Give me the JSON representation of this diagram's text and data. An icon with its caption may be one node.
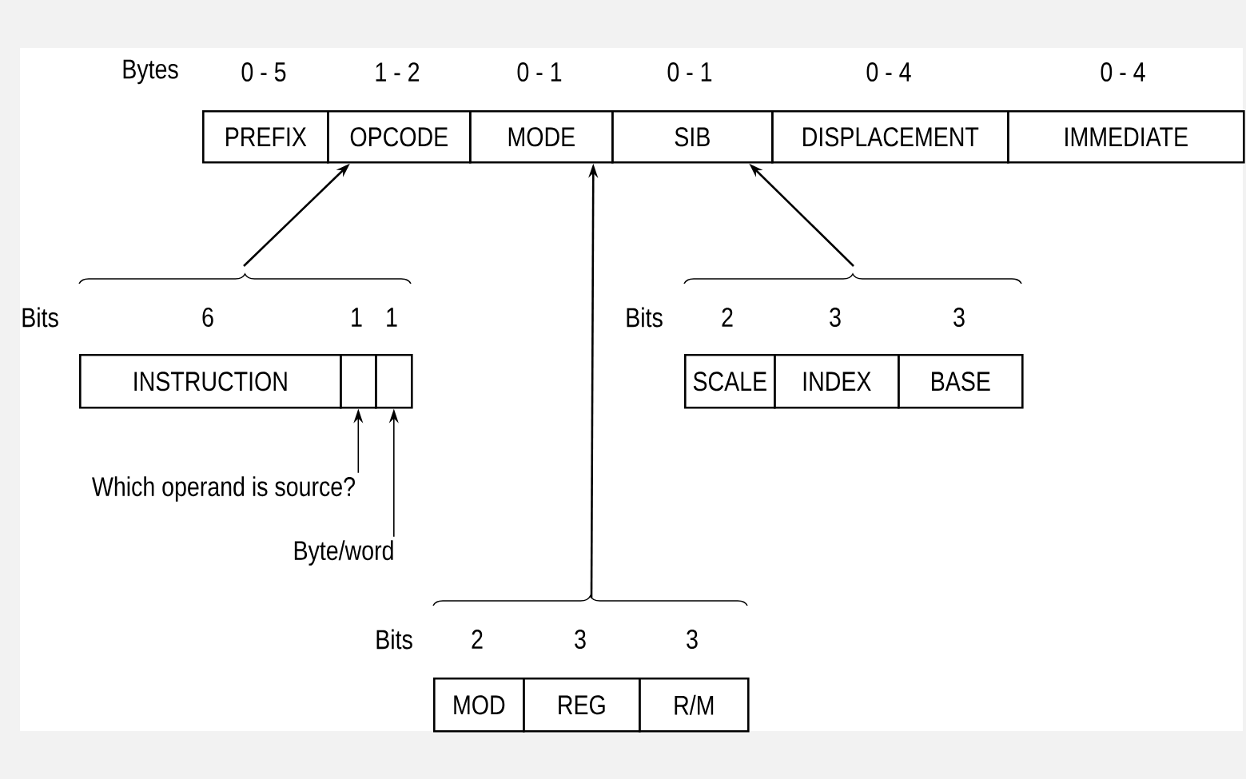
{
  "diagram": {
    "nodes": [
      {
        "text": [
          "PREFIX"
        ]
      },
      {
        "text": [
          "OPCODE"
        ]
      },
      {
        "text": [
          "MODE"
        ]
      },
      {
        "text": [
          "SIB"
        ]
      },
      {
        "text": [
          "DISPLACEMENT"
        ]
      },
      {
        "text": [
          "IMMEDIATE"
        ]
      },
      {
        "text": [
          "INSTRUCTION"
        ]
      },
      {
        "text": [],
        "shape": "box"
      },
      {
        "text": [],
        "shape": "box"
      },
      {
        "text": [
          "SCALE"
        ]
      },
      {
        "text": [
          "INDEX"
        ]
      },
      {
        "text": [
          "BASE"
        ]
      },
      {
        "text": [
          "MOD"
        ]
      },
      {
        "text": [
          "REG"
        ]
      },
      {
        "text": [
          "R/M"
        ]
      },
      {
        "text": [
          "Which operand is source?"
        ]
      },
      {
        "text": [
          "Byte/word"
        ]
      }
    ],
    "edges": [
      {
        "from": null,
        "to": 1,
        "arrow": "to"
      },
      {
        "from": null,
        "to": 3,
        "arrow": "to"
      },
      {
        "from": null,
        "to": 2,
        "arrow": "to"
      },
      {
        "from": 15,
        "to": 7,
        "arrow": "to"
      },
      {
        "from": 16,
        "to": 8,
        "arrow": "to"
      }
    ],
    "labels": [
      "Bytes",
      "0 - 5",
      "1 - 2",
      "0 - 1",
      "0 - 1",
      "0 - 4",
      "0 - 4",
      "Bits",
      "6",
      "1",
      "1",
      "Bits",
      "2",
      "3",
      "3",
      "Bits",
      "2",
      "3",
      "3"
    ]
  }
}
